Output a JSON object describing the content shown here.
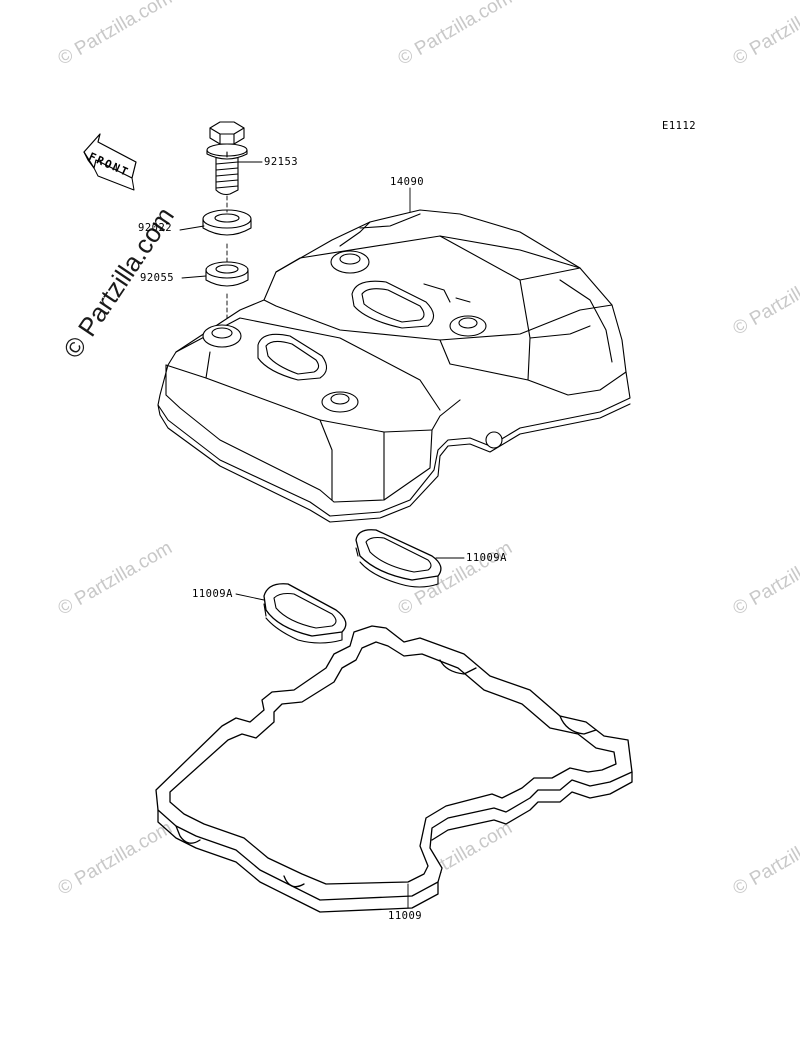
{
  "diagram_code": "E1112",
  "direction_label": "FRONT",
  "watermark": {
    "text": "© Partzilla.com",
    "color": "#c8c8c8",
    "strong_color": "#1a1a1a"
  },
  "parts": [
    {
      "number": "92153",
      "component": "bolt"
    },
    {
      "number": "14090",
      "component": "cylinder-head-cover"
    },
    {
      "number": "92022",
      "component": "washer"
    },
    {
      "number": "92055",
      "component": "grommet"
    },
    {
      "number": "11009A",
      "component": "plug-hole-gasket"
    },
    {
      "number": "11009A",
      "component": "plug-hole-gasket"
    },
    {
      "number": "11009",
      "component": "cover-gasket"
    }
  ],
  "colors": {
    "line": "#000000",
    "background": "#ffffff"
  }
}
